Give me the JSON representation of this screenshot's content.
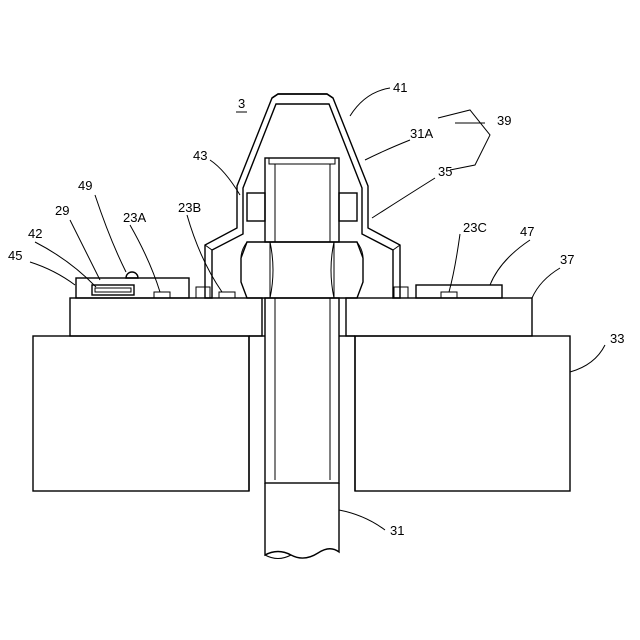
{
  "figure_label": "3",
  "labels": {
    "l41": "41",
    "l39": "39",
    "l31A": "31A",
    "l43": "43",
    "l35": "35",
    "l49": "49",
    "l29": "29",
    "l23A": "23A",
    "l23B": "23B",
    "l23C": "23C",
    "l47": "47",
    "l42": "42",
    "l45": "45",
    "l37": "37",
    "l33": "33",
    "l31": "31"
  },
  "colors": {
    "line": "#000000",
    "stipple": "#9a9a9a",
    "hatch": "#000000",
    "background": "#ffffff"
  }
}
